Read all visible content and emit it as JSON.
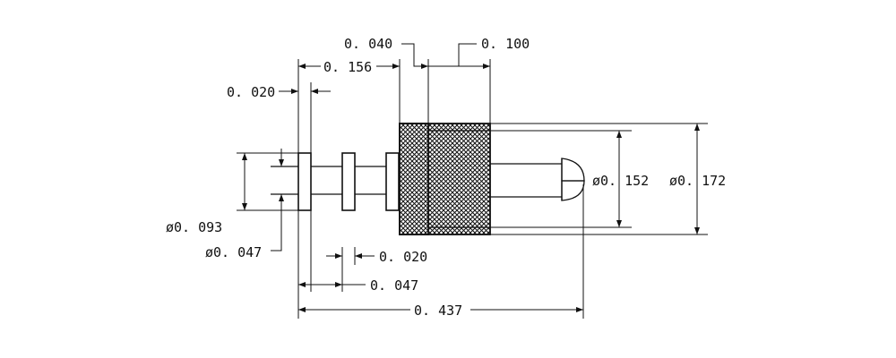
{
  "dimensions": {
    "flange_thickness": "0. 040",
    "collar_width": "0. 100",
    "tail_to_flange": "0. 156",
    "first_disc_width": "0. 020",
    "dia_152": "ø0. 152",
    "dia_172": "ø0. 172",
    "dia_093": "ø0. 093",
    "dia_047": "ø0. 047",
    "disc_width": "0. 020",
    "disc_spacing": "0. 047",
    "overall_length": "0. 437"
  }
}
